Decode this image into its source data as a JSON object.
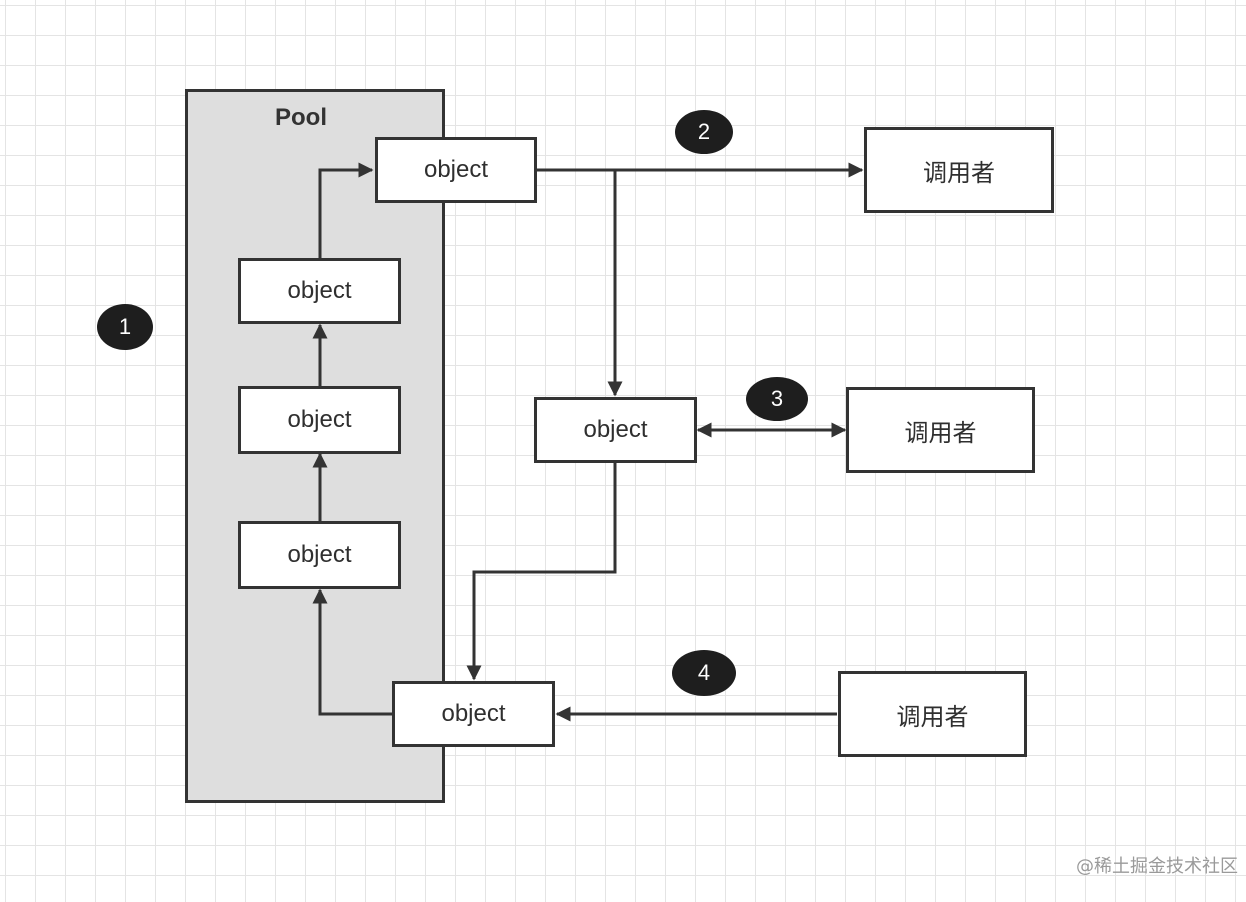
{
  "pool": {
    "title": "Pool"
  },
  "objects": {
    "pool_top": "object",
    "pool_1": "object",
    "pool_2": "object",
    "pool_3": "object",
    "middle": "object",
    "returned": "object"
  },
  "callers": {
    "caller_2": "调用者",
    "caller_3": "调用者",
    "caller_4": "调用者"
  },
  "steps": [
    "1",
    "2",
    "3",
    "4"
  ],
  "watermark": "@稀土掘金技术社区",
  "colors": {
    "line": "#333333",
    "pool_fill": "#dedede",
    "badge": "#1e1e1e",
    "grid": "#e4e4e4"
  }
}
